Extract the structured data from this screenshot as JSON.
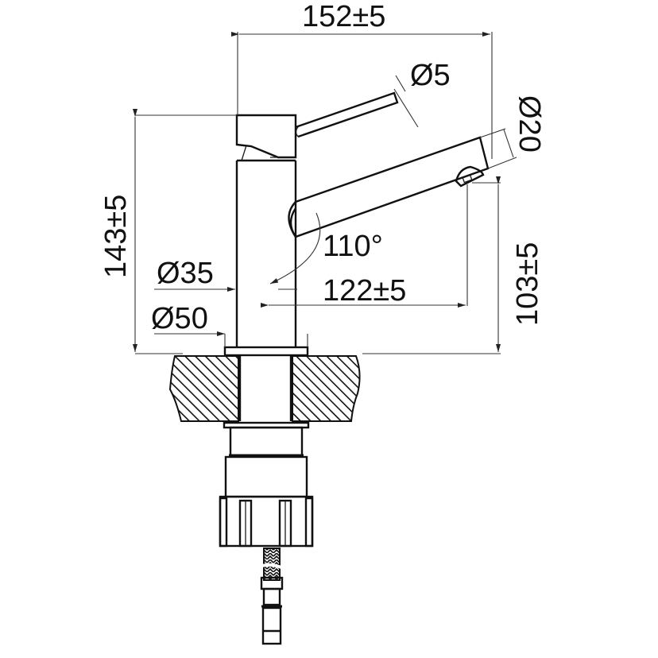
{
  "drawing": {
    "title": "Single-lever basin mixer dimensional drawing",
    "colors": {
      "line": "#111111",
      "background": "#ffffff",
      "hatch": "#111111"
    },
    "dimensions": {
      "overall_width": "152±5",
      "lever_diameter": "Ø5",
      "spout_diameter": "Ø20",
      "overall_height": "143±5",
      "spout_angle": "110°",
      "body_diameter": "Ø35",
      "base_diameter": "Ø50",
      "spout_reach": "122±5",
      "spout_height": "103±5"
    }
  }
}
